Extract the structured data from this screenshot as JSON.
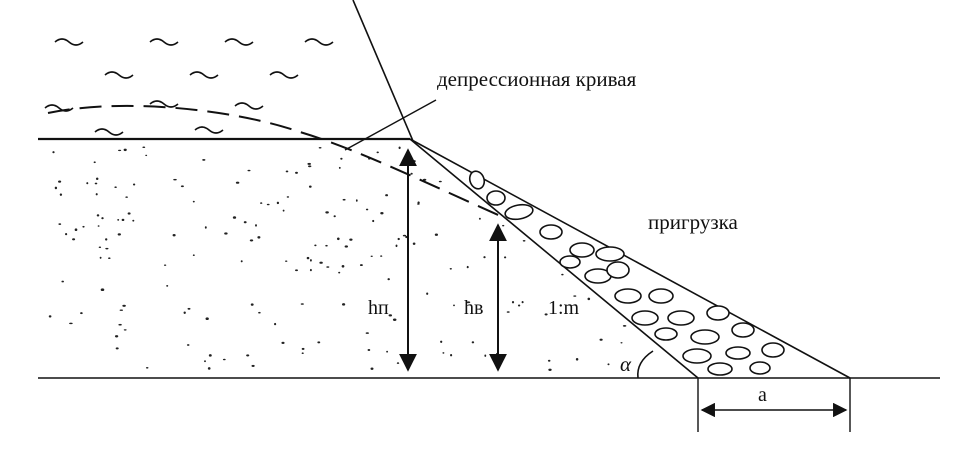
{
  "labels": {
    "depression_curve": "депрессионная кривая",
    "loading": "пригрузка",
    "h_p": "hп",
    "h_v": "hв",
    "slope": "1:m",
    "alpha": "α",
    "a": "a"
  },
  "colors": {
    "line": "#111111",
    "background": "#ffffff"
  }
}
